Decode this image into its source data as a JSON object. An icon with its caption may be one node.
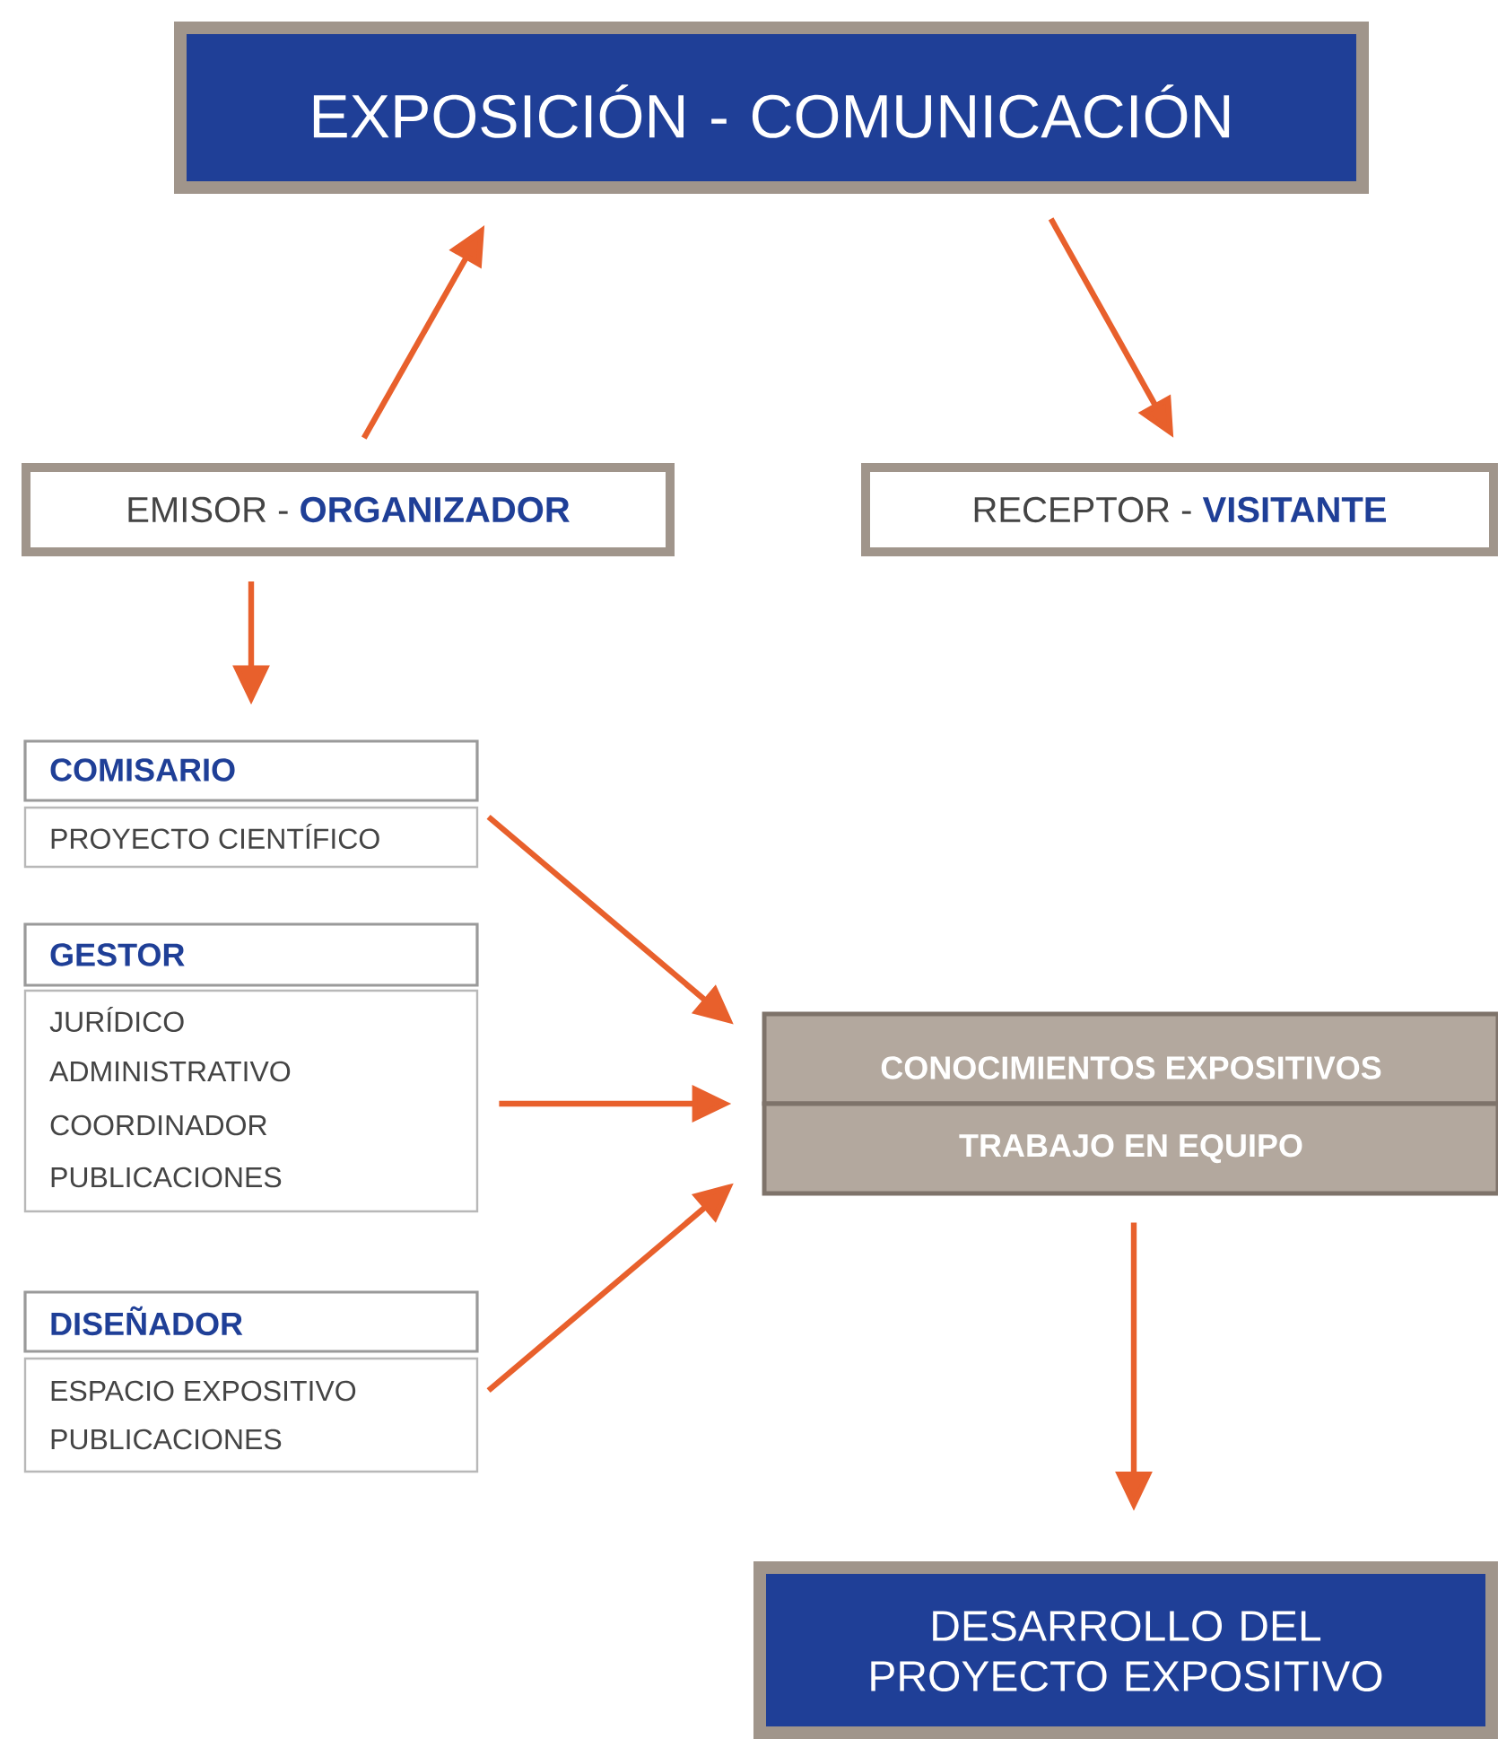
{
  "diagram": {
    "nodes": [
      {
        "text": [
          "EXPOSICIÓN - COMUNICACIÓN"
        ]
      },
      {
        "text": [
          "EMISOR -",
          "ORGANIZADOR"
        ]
      },
      {
        "text": [
          "RECEPTOR -",
          "VISITANTE"
        ]
      },
      {
        "text": [
          "COMISARIO",
          "PROYECTO CIENTÍFICO"
        ]
      },
      {
        "text": [
          "GESTOR",
          "JURÍDICO",
          "ADMINISTRATIVO",
          "COORDINADOR",
          "PUBLICACIONES"
        ]
      },
      {
        "text": [
          "DISEÑADOR",
          "ESPACIO EXPOSITIVO",
          "PUBLICACIONES"
        ]
      },
      {
        "text": [
          "CONOCIMIENTOS  EXPOSITIVOS",
          "TRABAJO EN EQUIPO"
        ]
      },
      {
        "text": [
          "DESARROLLO DEL PROYECTO EXPOSITIVO"
        ]
      }
    ],
    "edges": [
      {
        "from": 1,
        "to": 0,
        "arrow": "to"
      },
      {
        "from": 0,
        "to": 2,
        "arrow": "to"
      },
      {
        "from": 1,
        "to": 3,
        "arrow": "to"
      },
      {
        "from": 3,
        "to": 6,
        "arrow": "to"
      },
      {
        "from": 4,
        "to": 6,
        "arrow": "to"
      },
      {
        "from": 5,
        "to": 6,
        "arrow": "to"
      },
      {
        "from": 6,
        "to": 7,
        "arrow": "to"
      }
    ]
  }
}
